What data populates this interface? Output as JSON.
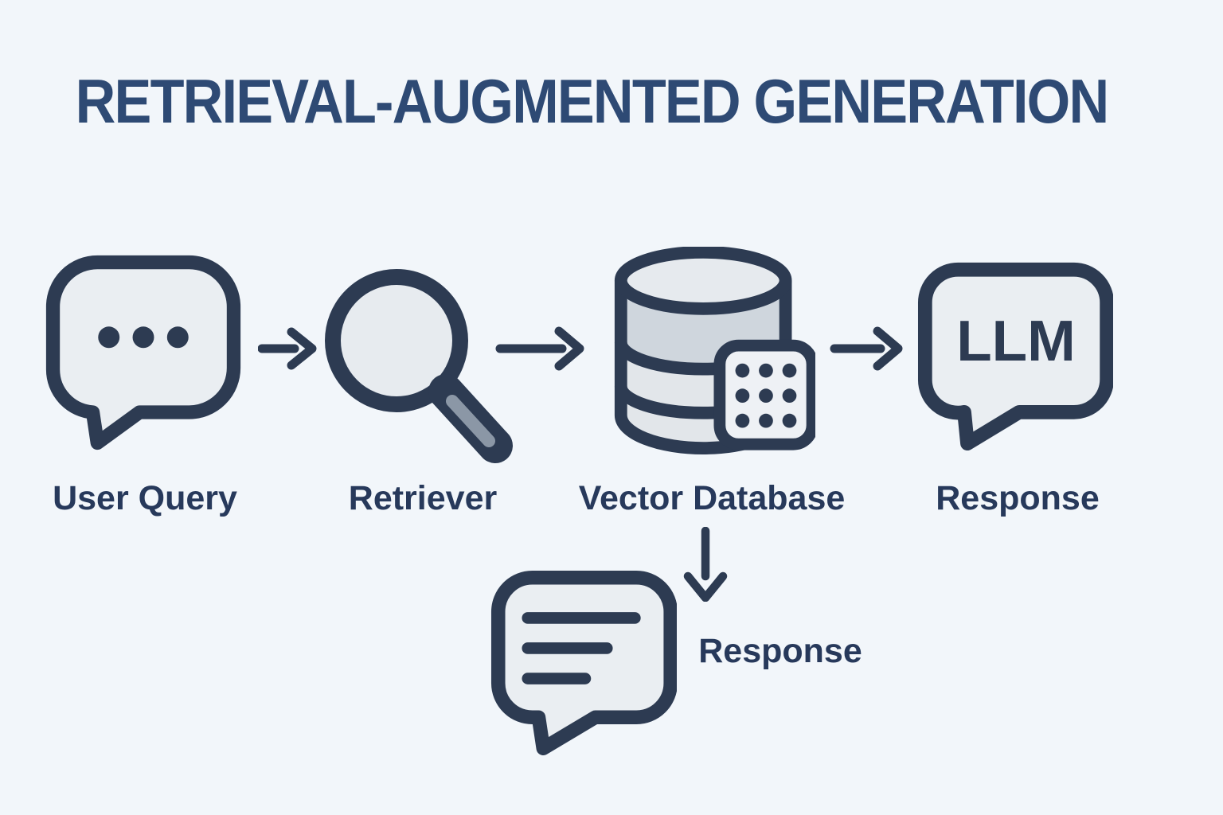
{
  "title": "RETRIEVAL-AUGMENTED GENERATION",
  "flow": {
    "nodes": [
      {
        "label": "User Query",
        "icon": "chat-dots-icon"
      },
      {
        "label": "Retriever",
        "icon": "magnifier-icon"
      },
      {
        "label": "Vector Database",
        "icon": "database-icon"
      },
      {
        "label": "Response",
        "icon": "llm-bubble-icon",
        "icon_text": "LLM"
      }
    ],
    "connectors": [
      "arrow-right-icon",
      "arrow-right-icon",
      "arrow-right-icon",
      "arrow-down-icon"
    ],
    "branch": {
      "label": "Response",
      "icon": "chat-lines-icon"
    }
  },
  "colors": {
    "background": "#f2f6fa",
    "outline_navy": "#2d3b52",
    "title_navy": "#2e4a74",
    "label_navy": "#27395b",
    "bubble_fill": "#eaeef2",
    "glass_fill": "#e7ebef",
    "cylinder_fill": "#e2e6ea",
    "cylinder_band_dark": "#cfd6dd",
    "badge_fill": "#eef1f5",
    "handle_gray": "#8b97a6"
  }
}
